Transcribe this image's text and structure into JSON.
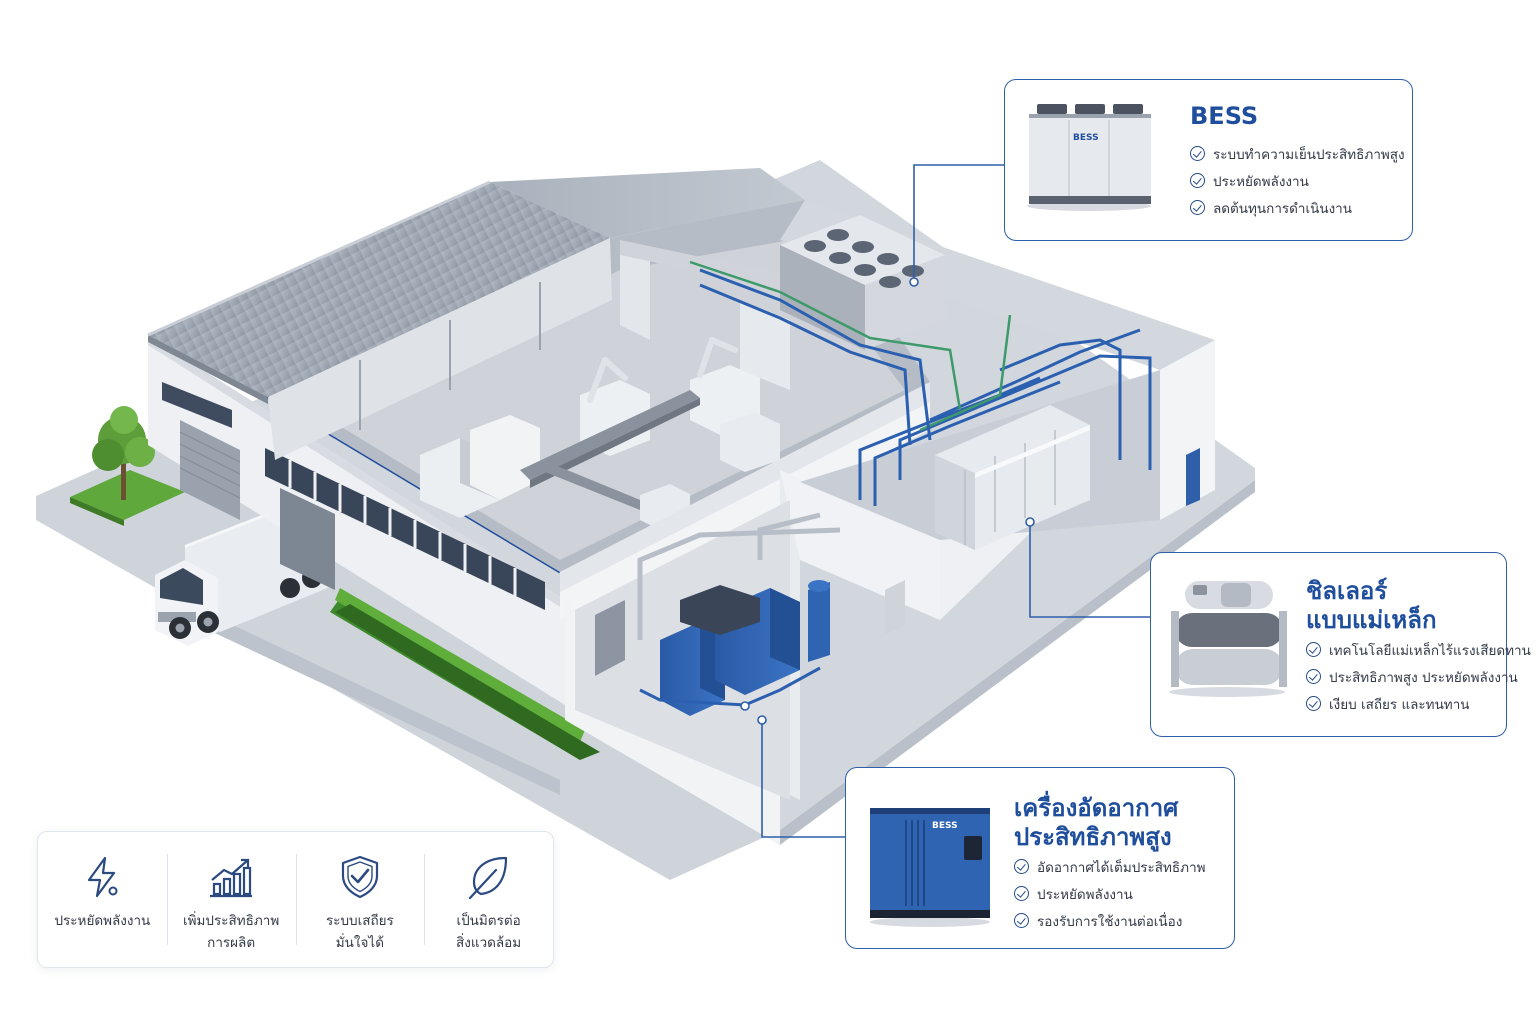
{
  "callouts": {
    "bess": {
      "title": "BESS",
      "unit_label": "BESS",
      "items": [
        "ระบบทำความเย็นประสิทธิภาพสูง",
        "ประหยัดพลังงาน",
        "ลดต้นทุนการดำเนินงาน"
      ]
    },
    "chiller": {
      "title_line1": "ชิลเลอร์",
      "title_line2": "แบบแม่เหล็ก",
      "items": [
        "เทคโนโลยีแม่เหล็กไร้แรงเสียดทาน",
        "ประสิทธิภาพสูง ประหยัดพลังงาน",
        "เงียบ เสถียร และทนทาน"
      ]
    },
    "compressor": {
      "title_line1": "เครื่องอัดอากาศ",
      "title_line2": "ประสิทธิภาพสูง",
      "unit_label": "BESS",
      "items": [
        "อัดอากาศได้เต็มประสิทธิภาพ",
        "ประหยัดพลังงาน",
        "รองรับการใช้งานต่อเนื่อง"
      ]
    }
  },
  "benefits": [
    {
      "icon": "lightning-icon",
      "line1": "ประหยัดพลังงาน",
      "line2": ""
    },
    {
      "icon": "growth-chart-icon",
      "line1": "เพิ่มประสิทธิภาพ",
      "line2": "การผลิต"
    },
    {
      "icon": "shield-check-icon",
      "line1": "ระบบเสถียร",
      "line2": "มั่นใจได้"
    },
    {
      "icon": "leaf-icon",
      "line1": "เป็นมิตรต่อ",
      "line2": "สิ่งแวดล้อม"
    }
  ],
  "colors": {
    "accent": "#1f4e9c",
    "equipment_blue": "#2f64b3",
    "pipe_blue": "#2b5fb0",
    "pipe_green": "#3e9a6a",
    "roof": "#9aa3ae",
    "wall": "#e6e9ee",
    "floor": "#c7cdd5",
    "grass": "#5fa83c"
  }
}
